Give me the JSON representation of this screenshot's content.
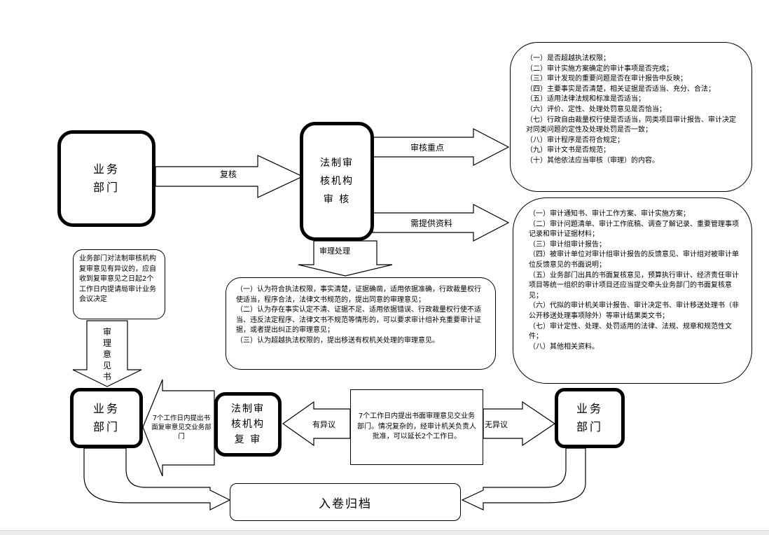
{
  "boxes": {
    "dept_top": "业务\n部门",
    "review_org": "法制审\n核机构\n审 核",
    "dept_bottom_left": "业务\n部门",
    "reexam_org": "法制审\n核机构\n复 审",
    "dept_bottom_right": "业务\n部门",
    "archive": "入卷归档"
  },
  "labels": {
    "recheck": "复核",
    "review_focus": "审核重点",
    "materials_needed": "需提供资料",
    "review_handling": "审理处理",
    "review_opinion": "审理意见书",
    "dissent": "有异议",
    "no_dissent": "无异议"
  },
  "notes": {
    "dissent_note": "业务部门对法制审核机构复审意见有异议的，应自收到复审意见之日起2个工作日内提请局审计业务会议决定",
    "return_note": "7个工作日内提出书面复审意见交业务部门",
    "deadline_note": "7个工作日内提出书面审理意见交业务部门。情况复杂的，经审计机关负责人批准，可以延长2个工作日。"
  },
  "focus_items": [
    "（一）是否超越执法权限；",
    "（二）审计实施方案确定的审计事项是否完成；",
    "（三）审计发现的重要问题是否在审计报告中反映；",
    "（四）主要事实是否清楚，相关证据是否适当、充分、合法；",
    "（五）适用法律法规和标准是否适当；",
    "（六）评价、定性、处理处罚意见是否恰当；",
    "（七）行政自由裁量权行使是否适当，同类项目审计报告、审计决定对同类问题的定性及处理处罚是否一致；",
    "（八）审计程序是否符合规定；",
    "（九）审计文书是否规范；",
    "（十）其他依法应当审核（审理）的内容。"
  ],
  "material_items": [
    "（一）审计通知书、审计工作方案、审计实施方案；",
    "（二）审计问题清单、审计工作底稿、调查了解记录、重要管理事项记录和审计证据材料；",
    "（三）审计组审计报告；",
    "（四）被审计单位对审计组审计报告的反馈意见、审计组对被审计单位反馈意见的书面说明；",
    "（五）业务部门出具的书面复核意见，预算执行审计、经济责任审计项目等统一组织的审计项目还应当提交牵头业务部门的书面复核意见；",
    "（六）代拟的审计机关审计报告、审计决定书、审计移送处理书（非公开移送处理事项除外）等审计结果类文书；",
    "（七）审计定性、处理、处罚适用的法律、法规、规章和规范性文件；",
    "（八）其他相关资料。"
  ],
  "handling_items": [
    "（一）认为符合执法权限，事实清楚，证据确凿，适用依据准确，行政裁量权行使适当，程序合法，法律文书规范的，提出同意的审理意见；",
    "（二）认为存在事实认定不清、证据不足、适用依据错误、行政裁量权行使不适当、违反法定程序、法律文书不规范等情形的，可以要求审计组补充重要审计证据，或者提出纠正的审理意见；",
    "（三）认为超越执法权限的，提出移送有权机关处理的审理意见。"
  ]
}
